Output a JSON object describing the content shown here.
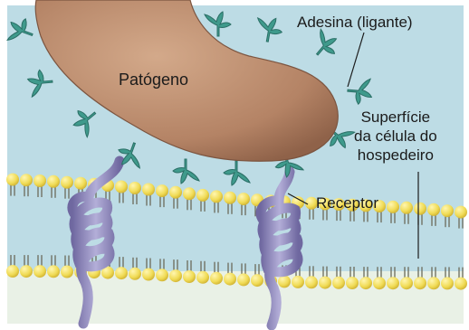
{
  "labels": {
    "pathogen": "Patógeno",
    "adhesin": "Adesina (ligante)",
    "host_surface_line1": "Superfície",
    "host_surface_line2": "da célula do",
    "host_surface_line3": "hospedeiro",
    "receptor": "Receptor"
  },
  "colors": {
    "extracellular": "#bcdde6",
    "pathogen": "#b98a6c",
    "adhesin": "#4fa89a",
    "lipid_head": "#f2df5a",
    "lipid_tail": "#6f6f60",
    "receptor": "#8d86b8"
  }
}
